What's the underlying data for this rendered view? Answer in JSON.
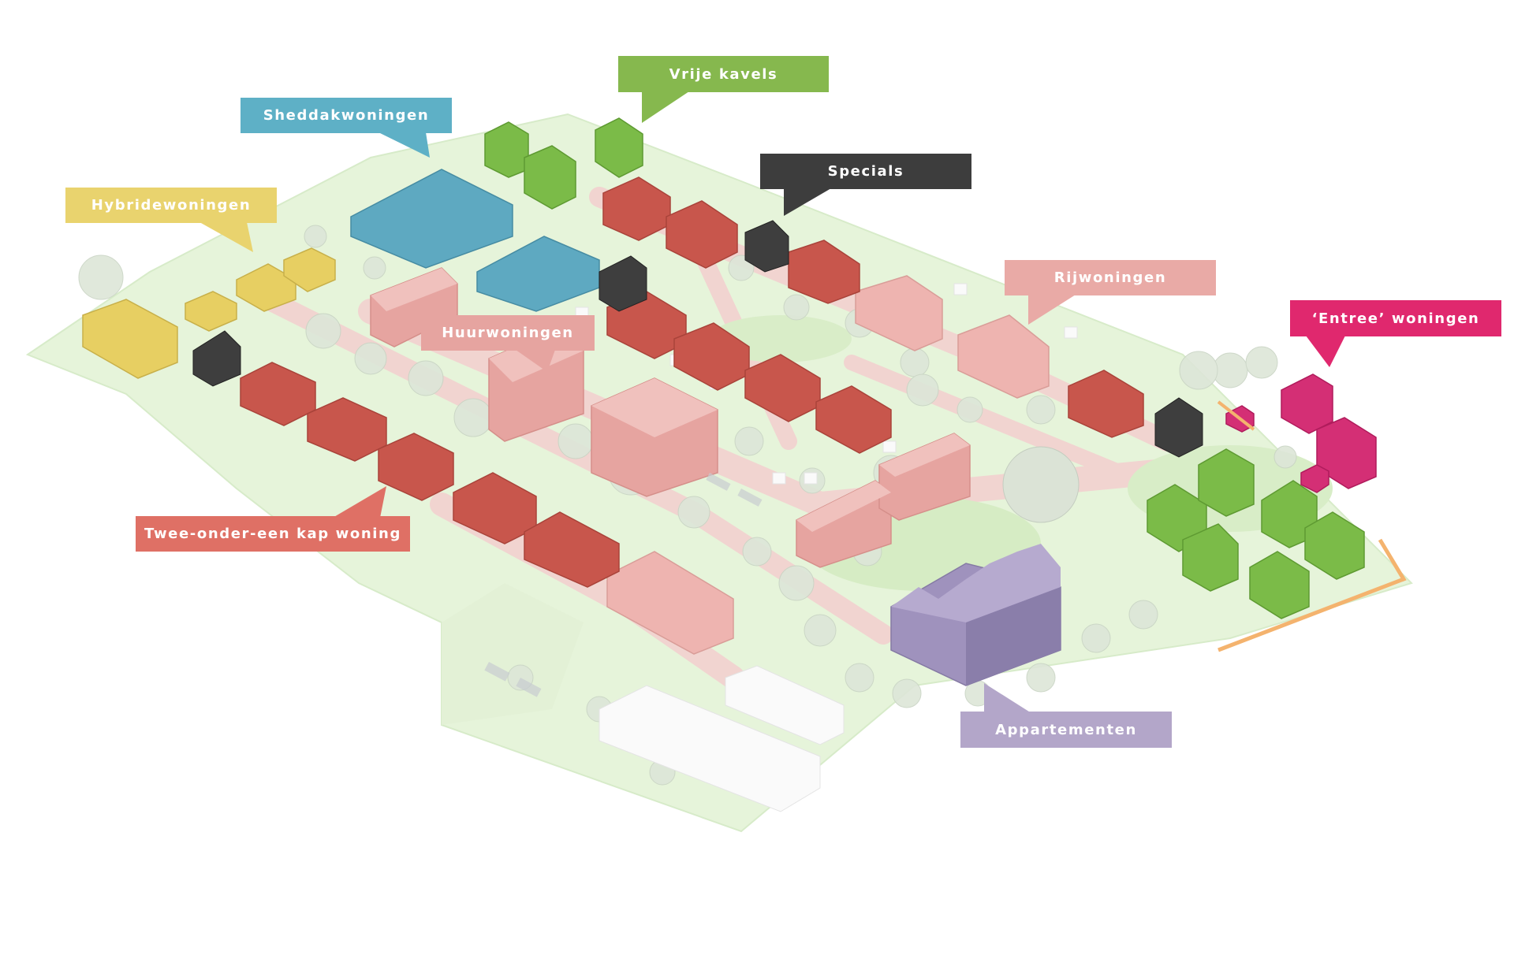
{
  "labels": {
    "vrije_kavels": "Vrije kavels",
    "sheddakwoningen": "Sheddakwoningen",
    "specials": "Specials",
    "hybridewoningen": "Hybridewoningen",
    "rijwoningen": "Rijwoningen",
    "entree_woningen": "‘Entree’ woningen",
    "huurwoningen": "Huurwoningen",
    "twee_onder_een_kap": "Twee-onder-een kap woning",
    "appartementen": "Appartementen"
  },
  "colors": {
    "vrije_kavels": "#86b84e",
    "sheddakwoningen": "#5eb0c6",
    "specials": "#3d3d3d",
    "hybridewoningen": "#e9d36e",
    "rijwoningen": "#e9aaa6",
    "entree_woningen": "#e0286e",
    "huurwoningen": "#e6a4a0",
    "twee_onder_een_kap": "#df7065",
    "appartementen": "#b3a6c9",
    "ground": "#e6f4da",
    "road": "#f1d4d0"
  }
}
